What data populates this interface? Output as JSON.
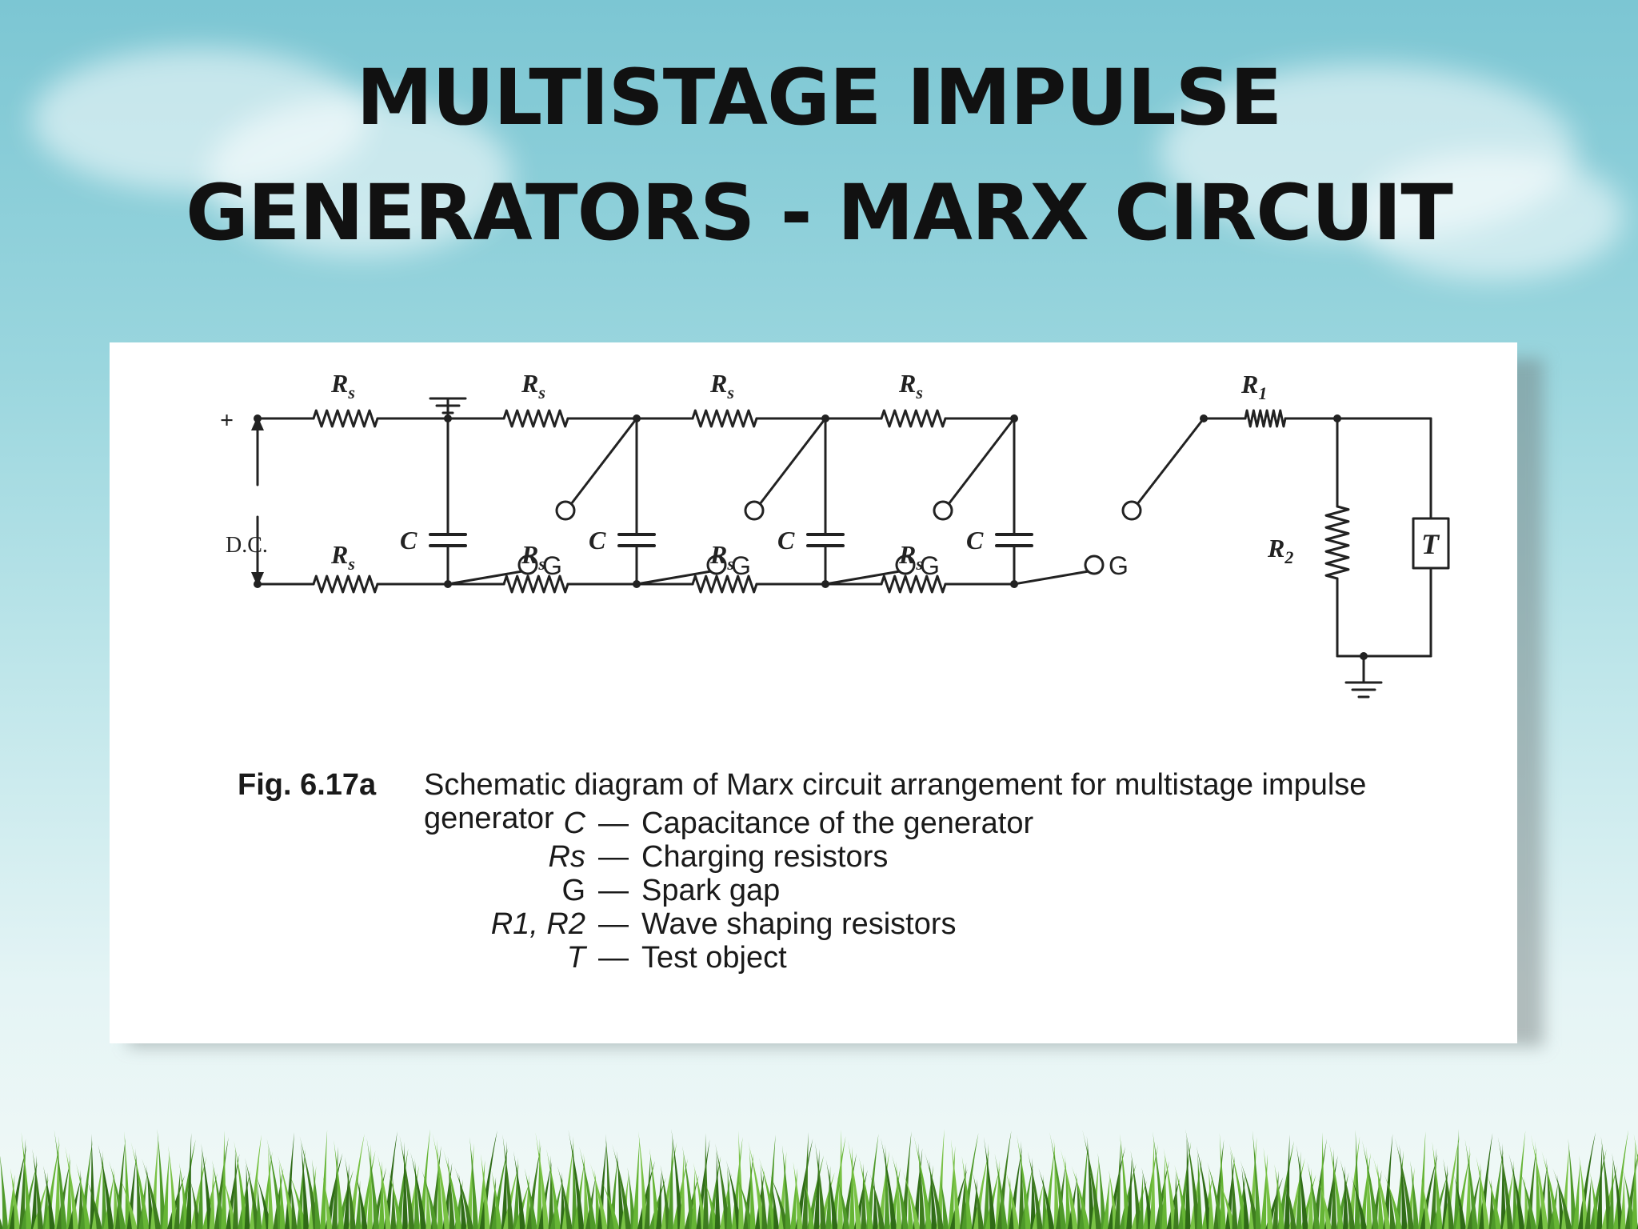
{
  "slide": {
    "title_line1": "MULTISTAGE IMPULSE",
    "title_line2": "GENERATORS - MARX CIRCUIT"
  },
  "diagram": {
    "labels": {
      "plus": "+",
      "dc": "D.C.",
      "rs": "R",
      "rs_sub": "s",
      "c": "C",
      "g": "G",
      "r1": "R",
      "r1_sub": "1",
      "r2": "R",
      "r2_sub": "2",
      "t": "T"
    },
    "caption": {
      "fig_number": "Fig. 6.17a",
      "text": "Schematic diagram of Marx circuit arrangement for multistage impulse generator"
    },
    "legend": [
      {
        "symbol": "C",
        "description": "Capacitance of the generator"
      },
      {
        "symbol": "Rs",
        "description": "Charging resistors"
      },
      {
        "symbol": "G",
        "description": "Spark gap"
      },
      {
        "symbol": "R1, R2",
        "description": "Wave shaping resistors"
      },
      {
        "symbol": "T",
        "description": "Test object"
      }
    ]
  }
}
